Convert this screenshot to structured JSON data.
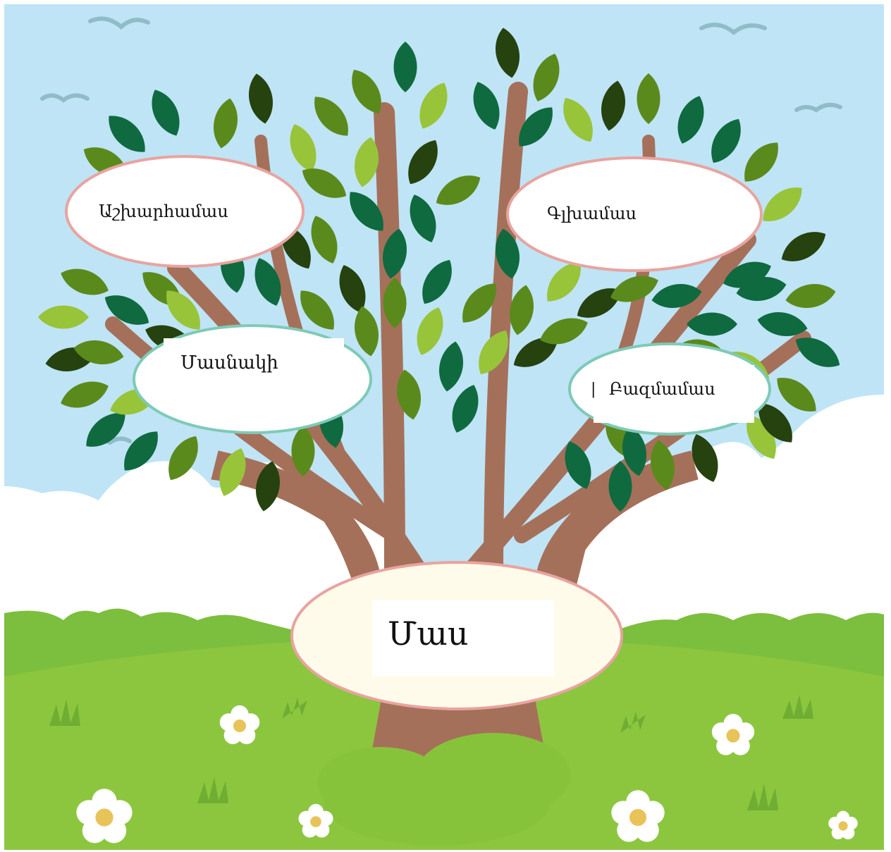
{
  "diagram": {
    "root": {
      "label": "Մաս"
    },
    "branches": [
      {
        "id": "top-left",
        "label": "Աշխարհամաս"
      },
      {
        "id": "top-right",
        "label": "Գլխամաս"
      },
      {
        "id": "mid-left",
        "label": "Մասնակի"
      },
      {
        "id": "mid-right",
        "label": "Բազմամաս"
      }
    ],
    "cursor_glyph": "|"
  },
  "colors": {
    "sky": "#bfe4f6",
    "cloud": "#ffffff",
    "grass_back": "#7cbe3d",
    "grass_front": "#8cc63f",
    "trunk": "#a5705a",
    "leaf_dark": "#0f6a3f",
    "leaf_mid": "#5b8a1c",
    "leaf_light": "#98c43a",
    "leaf_shadow": "#25420f",
    "oval_pink_border": "#e8a4a0",
    "oval_teal_border": "#7ecab6",
    "root_fill": "#fffbea",
    "bird": "#8fbcc6",
    "flower_center": "#e8c35a"
  }
}
